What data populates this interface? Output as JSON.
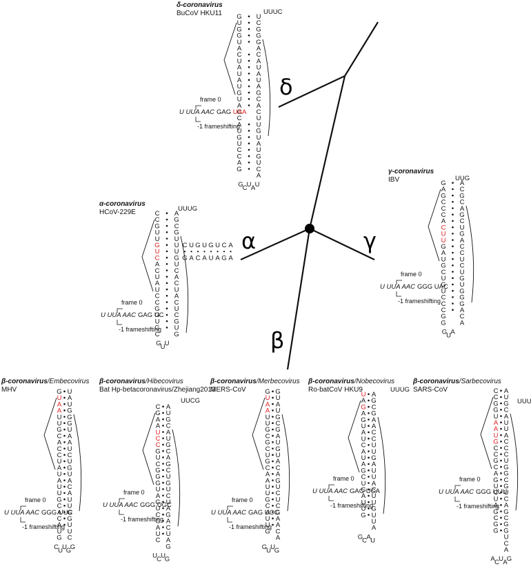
{
  "tree": {
    "branch_labels": {
      "delta": "δ",
      "alpha": "α",
      "gamma": "γ",
      "beta": "β"
    }
  },
  "colors": {
    "highlight": "#e0191b",
    "ink": "#111111"
  },
  "frame_labels": {
    "frame0": "frame 0",
    "frameshift": "-1 frameshifting"
  },
  "panels": [
    {
      "id": "delta",
      "genus": "δ-coronavirus",
      "subgenus": "",
      "strain": "BuCoV HKU11",
      "loop": "UUUC",
      "slippery": "U UUA AAC",
      "spacer": "GAG UAA",
      "spacer_red": "UAA",
      "left": "GUGGUACUAUAUGUACCAUGUCCAG",
      "right": "UCGGGACAUAUAGCACUUGUAUGUCA",
      "pairs": "|||||.|||||||||..||||||||||",
      "red_left": [],
      "tail": [
        "G",
        "C",
        "U",
        "A",
        "U"
      ]
    },
    {
      "id": "alpha",
      "genus": "α-coronavirus",
      "subgenus": "",
      "strain": "HCoV-229E",
      "loop": "UUUG",
      "slippery": "U UUA AAC",
      "spacer": "GAG UC",
      "left": "CCGUUGUCACUAUCCGGUGC",
      "right": "AGCGUUUGUCACUACUCGUG",
      "pairs": "|||||||||||||||||||",
      "red_left": [
        5,
        6,
        7
      ],
      "arm_top": "CUGUGUCA",
      "arm_bot": "GACAUAGA",
      "tail": [
        "G",
        "U",
        "U"
      ]
    },
    {
      "id": "gamma",
      "genus": "γ-coronavirus",
      "subgenus": "",
      "strain": "IBV",
      "loop": "UUG",
      "slippery": "U UUA AAC",
      "spacer": "GGG UAC",
      "left": "GAGCCCACUUGAUGCUGUCCCGG",
      "right": "ACGCAGCUGACCUCUGUGGGACA",
      "pairs": "|||||||||||||||||||||",
      "red_left": [
        7,
        8,
        9
      ],
      "tail": [
        "G",
        "U",
        "A"
      ]
    },
    {
      "id": "embeco",
      "genus": "β-coronavirus",
      "subgenus": "/Embecovirus",
      "strain": "MHV",
      "loop": "",
      "slippery": "U UUA AAC",
      "spacer": "GGG UUC",
      "left": "GUAAUUGCACCUAUAUUGCACAUG",
      "right": "UAUGGGUAAUCUGUACAUUGGUUC",
      "pairs": "||||||||||||||||||||||",
      "red_left": [
        1,
        2,
        3
      ],
      "tail": [
        "C",
        "U",
        "U",
        "G",
        "G"
      ]
    },
    {
      "id": "hibeco",
      "genus": "β-coronavirus",
      "subgenus": "/Hibecovirus",
      "strain": "Bat Hp-betacoronavirus/Zhejiang2013",
      "loop": "UUCG",
      "slippery": "U UUA AAC",
      "spacer": "GGG UGC",
      "left": "CGAAUCCGUCGGGUAGUCGAUC",
      "right": "AUGCAUGCAGCUGUCUAGACUAG",
      "pairs": "|||||||||||||||||||||",
      "red_left": [
        4,
        5,
        6
      ],
      "tail": [
        "U",
        "C",
        "U",
        "G"
      ]
    },
    {
      "id": "merbeco",
      "genus": "β-coronavirus",
      "subgenus": "/Merbecovirus",
      "strain": "MERS-CoV",
      "loop": "",
      "slippery": "U UUA AAC",
      "spacer": "GAG UCC",
      "left": "GUAAUUGCGCUGCAAUUGCAUUG",
      "right": "GUAUGCGAUGUACAGUCUCGAACA",
      "pairs": "||||||||||||||||||||||",
      "red_left": [
        1,
        2,
        3
      ],
      "tail": [
        "G",
        "U",
        "U",
        "G"
      ]
    },
    {
      "id": "nobeco",
      "genus": "β-coronavirus",
      "subgenus": "/Nobecovirus",
      "strain": "Ro-batCoV HKU9",
      "loop": "UUUG",
      "slippery": "U UUA AAC",
      "spacer": "GAG UCA",
      "left": "UAGAGUAUCAUAGCUGAUUG",
      "right": "AGCGAACCUUGAUUACUUGUUA",
      "pairs": "||||||||||||||||||||",
      "red_left": [
        0,
        2
      ],
      "tail": [
        "G",
        "C",
        "A",
        "U"
      ]
    },
    {
      "id": "sarbeco",
      "genus": "β-coronavirus",
      "subgenus": "/Sarbecovirus",
      "strain": "SARS-CoV",
      "loop": "UUUG",
      "slippery": "U UUA AAC",
      "spacer": "GGG UUU",
      "left": "CCGGUAAUGCCGCAGUCUAGCGG",
      "right": "AUGCAUUACCCUGGCGUCAGCGGUCA",
      "pairs": "|||||||||||||||||||||||",
      "red_left": [
        5,
        6,
        7,
        8
      ],
      "tail": [
        "A",
        "C",
        "U",
        "A",
        "G"
      ]
    }
  ]
}
